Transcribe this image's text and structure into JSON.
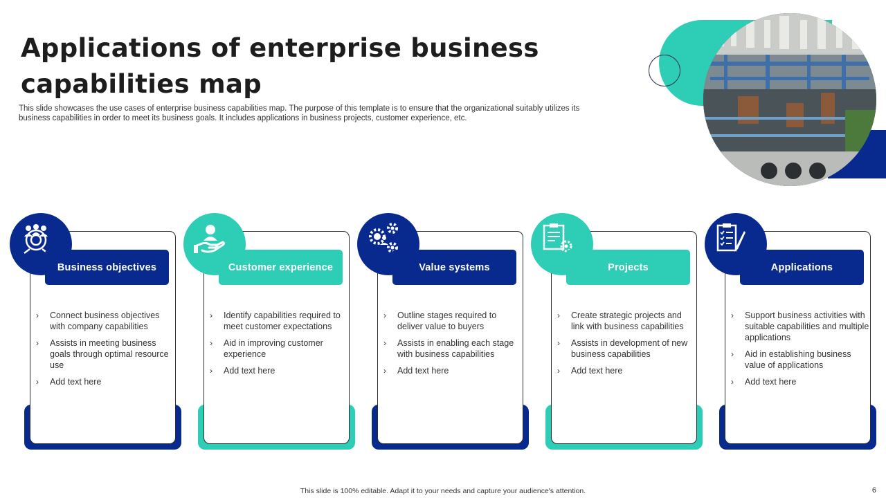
{
  "slide": {
    "title": "Applications of enterprise business capabilities map",
    "subtitle": "This slide showcases the use cases of enterprise business capabilities map. The purpose of this template is to ensure that the organizational suitably utilizes its business capabilities in order to meet its business goals. It includes applications in business projects, customer experience, etc.",
    "footer": "This slide is 100% editable. Adapt it to your needs and capture your audience's attention.",
    "page_number": "6"
  },
  "colors": {
    "navy": "#082a8f",
    "teal": "#2ecdb6"
  },
  "cards": [
    {
      "title": "Business objectives",
      "icon": "target-team-icon",
      "accent": "navy",
      "bullets": [
        "Connect business objectives with company capabilities",
        "Assists in meeting business goals through optimal resource use",
        "Add text here"
      ]
    },
    {
      "title": "Customer experience",
      "icon": "customer-hand-icon",
      "accent": "teal",
      "bullets": [
        "Identify capabilities required to meet customer expectations",
        "Aid in improving customer experience",
        "Add text here"
      ]
    },
    {
      "title": "Value systems",
      "icon": "gears-person-icon",
      "accent": "navy",
      "bullets": [
        "Outline stages required to deliver value to buyers",
        "Assists in enabling each stage with business capabilities",
        "Add text here"
      ]
    },
    {
      "title": "Projects",
      "icon": "project-document-icon",
      "accent": "teal",
      "bullets": [
        "Create strategic projects and link with business capabilities",
        "Assists in development of new business capabilities",
        "Add text here"
      ]
    },
    {
      "title": "Applications",
      "icon": "checklist-pen-icon",
      "accent": "navy",
      "bullets": [
        "Support business activities with suitable capabilities and multiple applications",
        "Aid in establishing business value of applications",
        "Add text here"
      ]
    }
  ]
}
